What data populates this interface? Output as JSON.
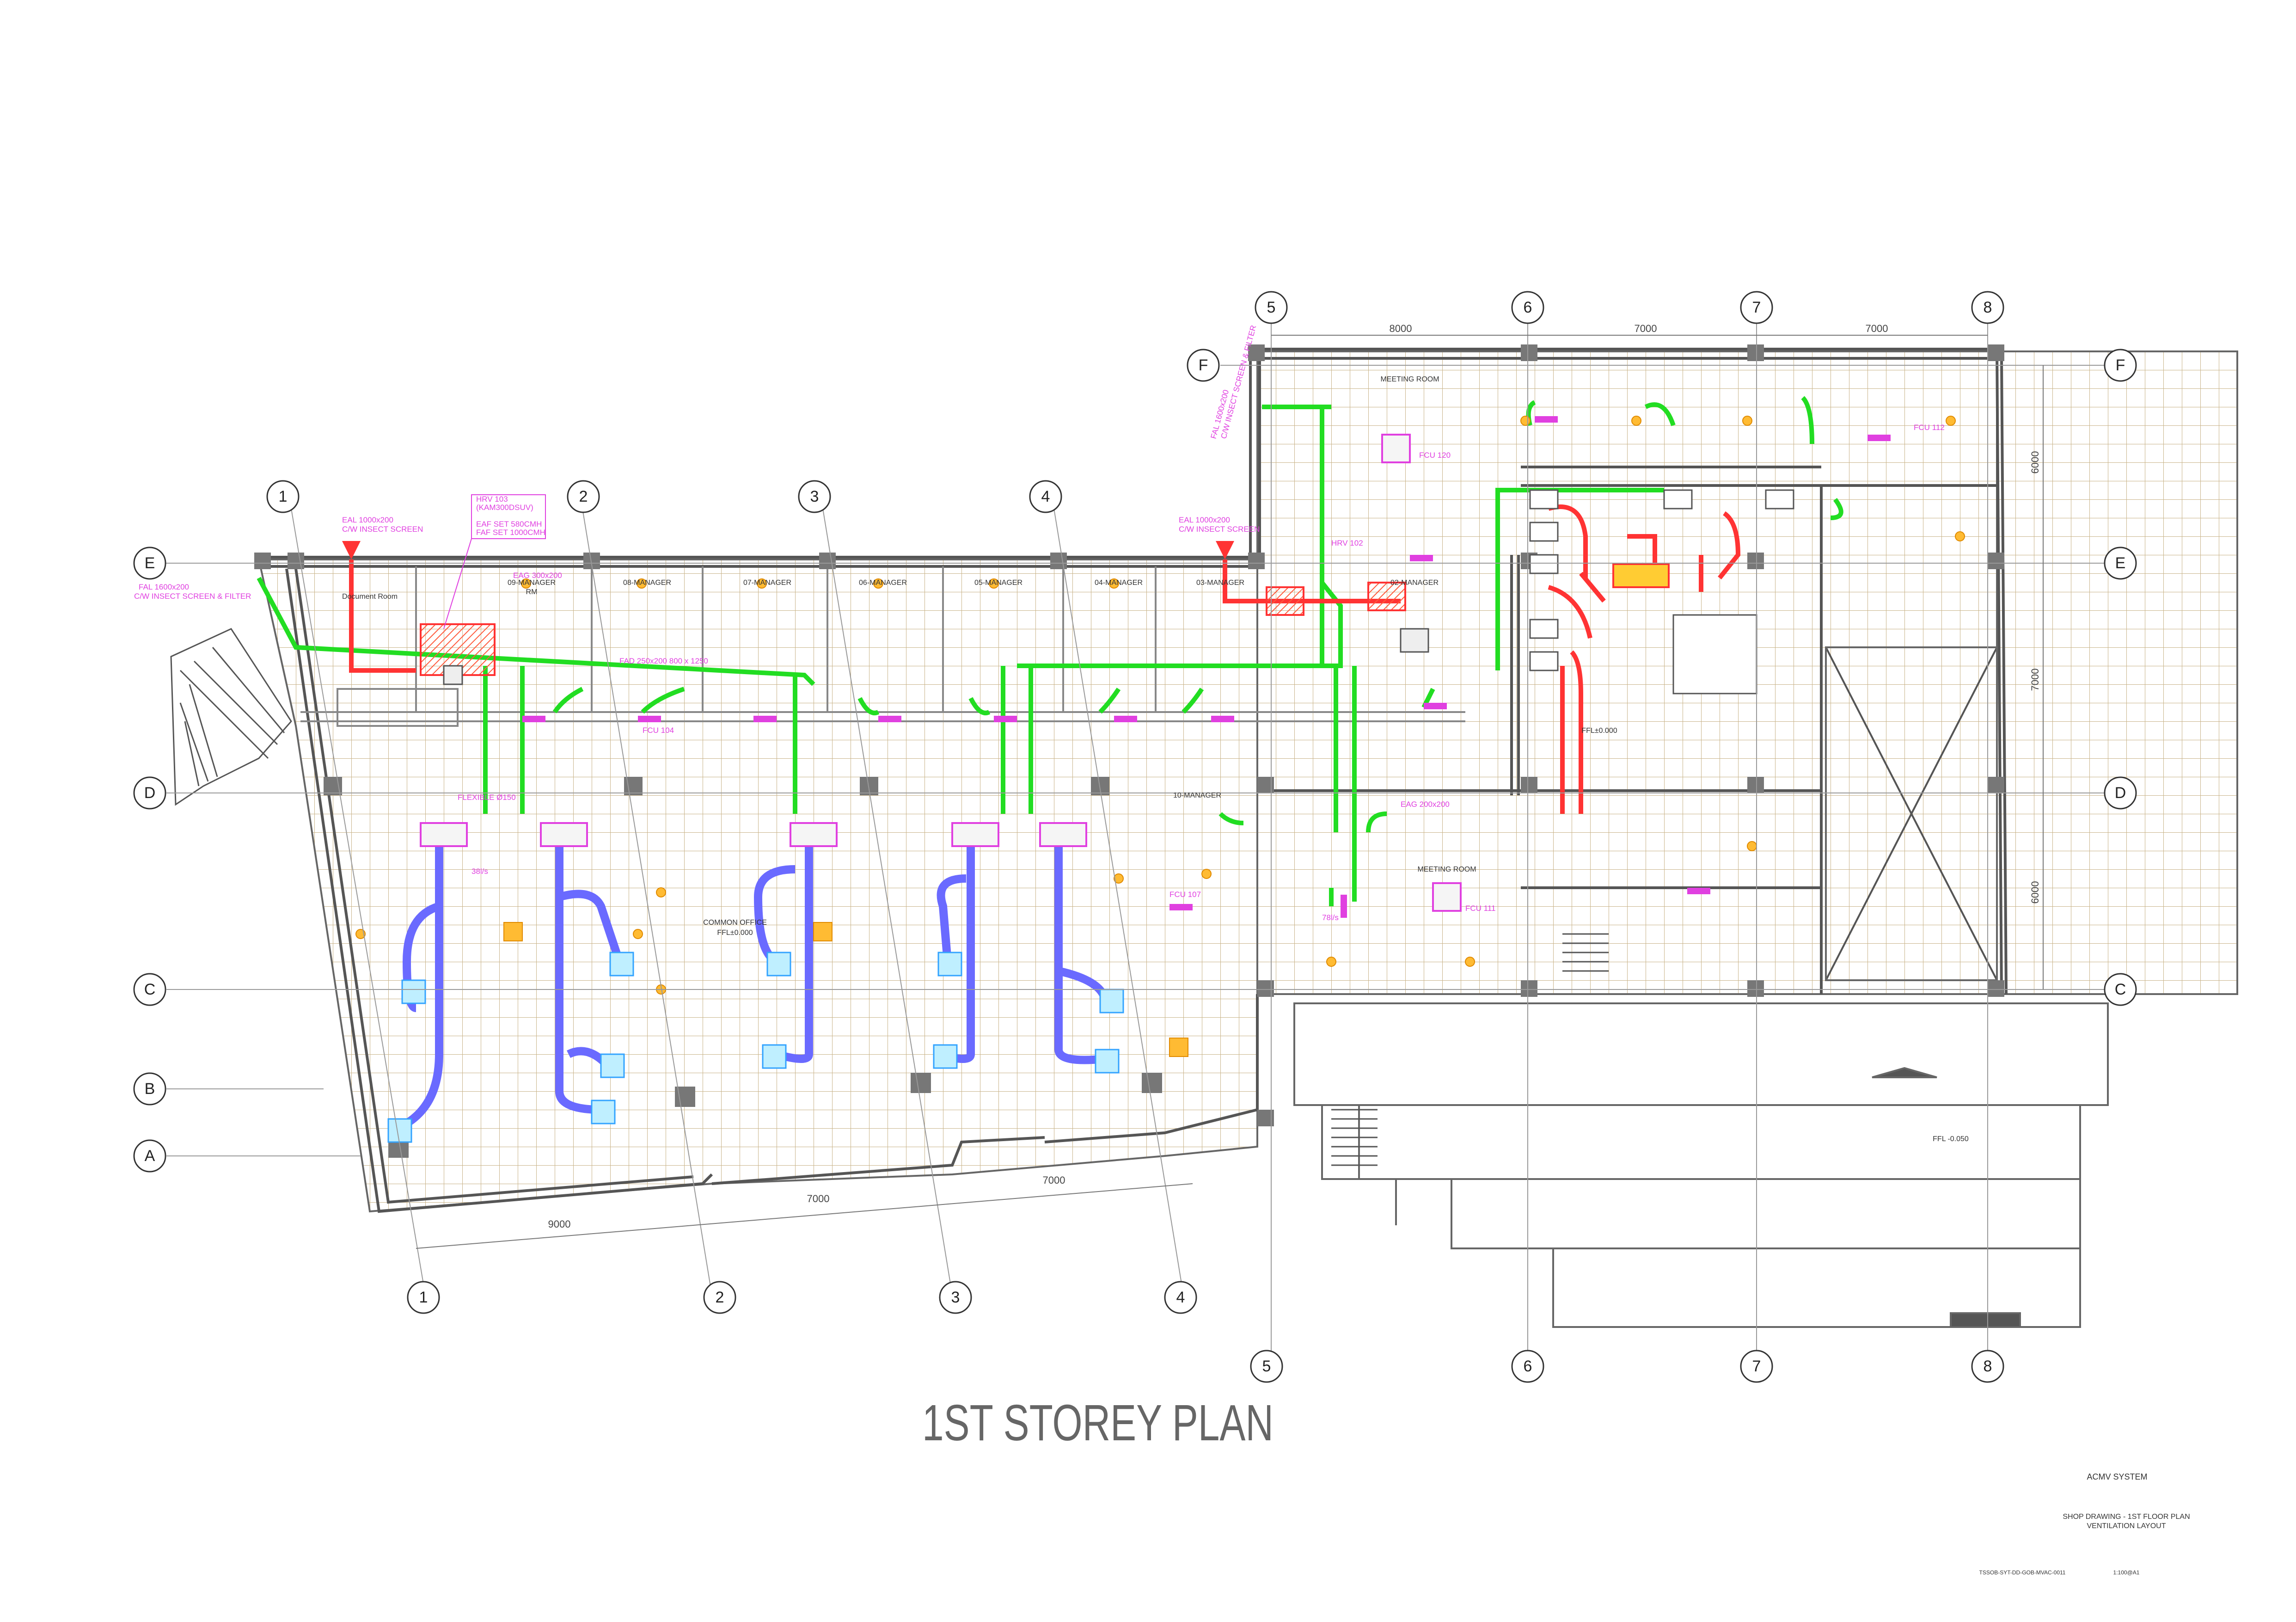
{
  "plan_title": "1ST STOREY PLAN",
  "title_block": {
    "system": "ACMV SYSTEM",
    "drawing_line1": "SHOP DRAWING - 1ST FLOOR PLAN",
    "drawing_line2": "VENTILATION LAYOUT",
    "drawing_number": "TSSOB-SYT-DD-GOB-MVAC-0011",
    "scale": "1:100@A1"
  },
  "grids": {
    "top": [
      "5",
      "6",
      "7",
      "8"
    ],
    "left_upper": [
      "1",
      "2",
      "3",
      "4"
    ],
    "bottom": [
      "1",
      "2",
      "3",
      "4"
    ],
    "bottom_right": [
      "5",
      "6",
      "7",
      "8"
    ],
    "left_rows": [
      "E",
      "D",
      "C",
      "B",
      "A"
    ],
    "upper_left_row": "F",
    "right_rows": [
      "F",
      "E",
      "D",
      "C"
    ]
  },
  "dimensions": {
    "top": [
      "8000",
      "7000",
      "7000"
    ],
    "right": [
      "6000",
      "7000",
      "6000"
    ],
    "bottom": [
      "9000",
      "7000",
      "7000"
    ]
  },
  "rooms": {
    "meeting_room_top": "MEETING ROOM",
    "meeting_room_mid": "MEETING ROOM",
    "document_room": "Document Room",
    "common_office": "COMMON OFFICE",
    "common_office_ffl": "FFL±0.000",
    "ffl_right": "FFL±0.000",
    "ffl_lower": "FFL -0.050",
    "m09": "09-MANAGER",
    "m08": "08-MANAGER",
    "m07": "07-MANAGER",
    "m06": "06-MANAGER",
    "m05": "05-MANAGER",
    "m04": "04-MANAGER",
    "m03": "03-MANAGER",
    "m02": "02-MANAGER",
    "m10": "10-MANAGER",
    "rm": "RM"
  },
  "annotations": {
    "fal_left": "FAL 1600x200",
    "fal_left_2": "C/W INSECT SCREEN & FILTER",
    "eal_left": "EAL 1000x200",
    "eal_left_2": "C/W INSECT SCREEN",
    "hrv_left_1": "HRV 103",
    "hrv_left_2": "(KAM300DSUV)",
    "hrv_left_3": "EAF SET 580CMH",
    "hrv_left_4": "FAF SET 1000CMH",
    "eal_mid": "EAL 1000x200",
    "eal_mid_2": "C/W INSECT SCREEN",
    "hrv_mid": "HRV 102",
    "fal_mid": "FAL 1600x200",
    "fal_mid_2": "C/W INSECT SCREEN & FILTER",
    "fcu_120": "FCU 120",
    "fcu_111": "FCU 111",
    "fcu_104": "FCU 104",
    "fcu_107": "FCU 107",
    "fcu_112": "FCU 112",
    "flexible": "FLEXIBLE Ø150",
    "eag_tag": "EAG 300x200",
    "eag_200": "EAG 200x200",
    "flow_38": "38l/s",
    "flow_78": "78l/s",
    "fad_tag": "FAD 250x200 800 x 1250"
  }
}
